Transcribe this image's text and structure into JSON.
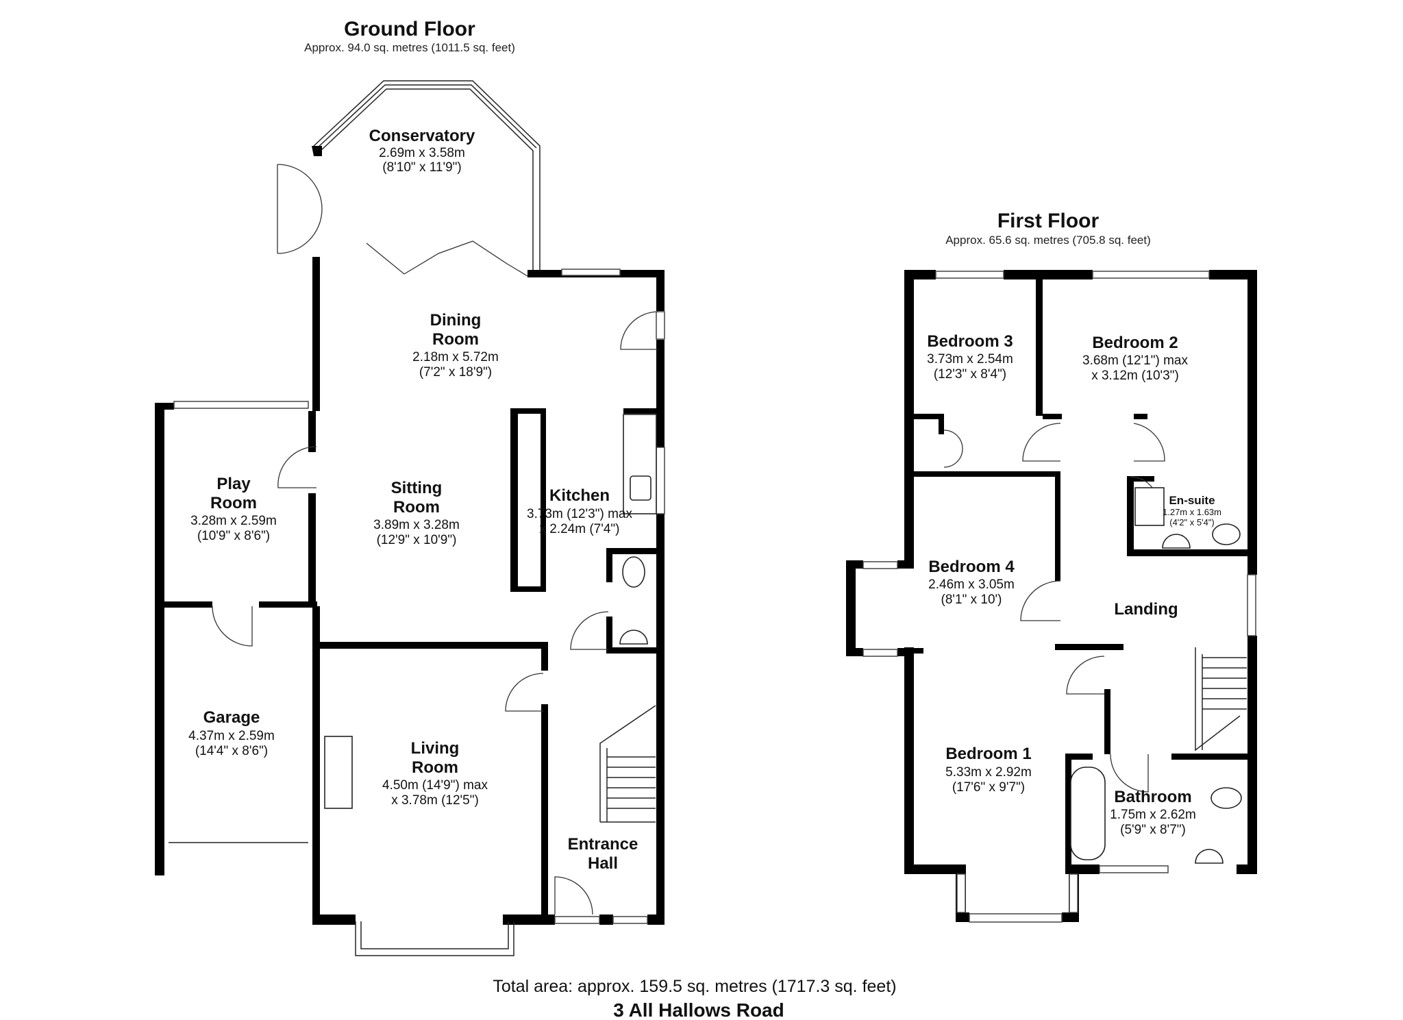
{
  "ground_floor": {
    "title": "Ground Floor",
    "area": "Approx. 94.0 sq. metres (1011.5 sq. feet)",
    "rooms": {
      "conservatory": {
        "name": [
          "Conservatory"
        ],
        "dims": [
          "2.69m x 3.58m",
          "(8'10\" x 11'9\")"
        ]
      },
      "dining_room": {
        "name": [
          "Dining",
          "Room"
        ],
        "dims": [
          "2.18m x 5.72m",
          "(7'2\" x 18'9\")"
        ]
      },
      "play_room": {
        "name": [
          "Play",
          "Room"
        ],
        "dims": [
          "3.28m x 2.59m",
          "(10'9\" x 8'6\")"
        ]
      },
      "sitting_room": {
        "name": [
          "Sitting",
          "Room"
        ],
        "dims": [
          "3.89m x 3.28m",
          "(12'9\" x 10'9\")"
        ]
      },
      "kitchen": {
        "name": [
          "Kitchen"
        ],
        "dims": [
          "3.73m (12'3\") max",
          "x 2.24m (7'4\")"
        ]
      },
      "garage": {
        "name": [
          "Garage"
        ],
        "dims": [
          "4.37m x 2.59m",
          "(14'4\" x 8'6\")"
        ]
      },
      "living_room": {
        "name": [
          "Living",
          "Room"
        ],
        "dims": [
          "4.50m (14'9\") max",
          "x 3.78m (12'5\")"
        ]
      },
      "entrance_hall": {
        "name": [
          "Entrance",
          "Hall"
        ],
        "dims": []
      }
    }
  },
  "first_floor": {
    "title": "First Floor",
    "area": "Approx. 65.6 sq. metres (705.8 sq. feet)",
    "rooms": {
      "bedroom_3": {
        "name": [
          "Bedroom 3"
        ],
        "dims": [
          "3.73m x 2.54m",
          "(12'3\" x 8'4\")"
        ]
      },
      "bedroom_2": {
        "name": [
          "Bedroom 2"
        ],
        "dims": [
          "3.68m (12'1\") max",
          "x 3.12m (10'3\")"
        ]
      },
      "en_suite": {
        "name": [
          "En-suite"
        ],
        "dims": [
          "1.27m x 1.63m",
          "(4'2\" x 5'4\")"
        ]
      },
      "bedroom_4": {
        "name": [
          "Bedroom 4"
        ],
        "dims": [
          "2.46m x 3.05m",
          "(8'1\" x 10')"
        ]
      },
      "landing": {
        "name": [
          "Landing"
        ],
        "dims": []
      },
      "bedroom_1": {
        "name": [
          "Bedroom 1"
        ],
        "dims": [
          "5.33m x 2.92m",
          "(17'6\" x 9'7\")"
        ]
      },
      "bathroom": {
        "name": [
          "Bathroom"
        ],
        "dims": [
          "1.75m x 2.62m",
          "(5'9\" x 8'7\")"
        ]
      }
    }
  },
  "footer": {
    "total_area": "Total area: approx. 159.5 sq. metres (1717.3 sq. feet)",
    "address": "3 All Hallows Road"
  }
}
